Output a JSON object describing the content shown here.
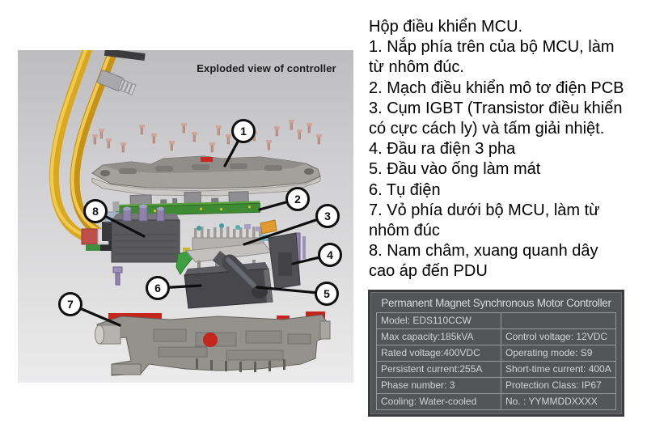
{
  "diagram": {
    "title": "Exploded view of controller",
    "callouts": [
      {
        "label": "1"
      },
      {
        "label": "2"
      },
      {
        "label": "3"
      },
      {
        "label": "4"
      },
      {
        "label": "5"
      },
      {
        "label": "6"
      },
      {
        "label": "7"
      },
      {
        "label": "8"
      }
    ]
  },
  "description": {
    "lines": [
      "Hộp điều khiển MCU.",
      "1. Nắp phía trên của bộ MCU, làm",
      "từ nhôm đúc.",
      "2. Mạch điều khiển mô tơ điện PCB",
      "3. Cụm IGBT (Transistor điều khiển",
      "có cực cách ly) và tấm giải nhiệt.",
      "4. Đầu ra điện 3 pha",
      "5. Đầu vào ống làm mát",
      "6. Tụ điện",
      "7. Vỏ phía dưới bộ MCU, làm từ",
      "nhôm đúc",
      "8. Nam châm, xuang quanh dây",
      "cao áp đến PDU"
    ]
  },
  "nameplate": {
    "title": "Permanent Magnet Synchronous Motor Controller",
    "rows": [
      {
        "left": "Model: EDS110CCW",
        "right": ""
      },
      {
        "left": "Max capacity:185kVA",
        "right": "Control voltage: 12VDC"
      },
      {
        "left": "Rated voltage:400VDC",
        "right": "Operating mode: S9"
      },
      {
        "left": "Persistent current:255A",
        "right": "Short-time current: 400A"
      },
      {
        "left": "Phase number: 3",
        "right": "Protection Class: IP67"
      },
      {
        "left": "Cooling: Water-cooled",
        "right": "No. : YYMMDDXXXX"
      }
    ]
  },
  "colors": {
    "accent_red": "#c4261d",
    "pcb_green": "#3e8b33",
    "cable_yellow": "#d9a81f",
    "nameplate_bg": "#535458",
    "panel_gray": "#cfcfd1"
  }
}
